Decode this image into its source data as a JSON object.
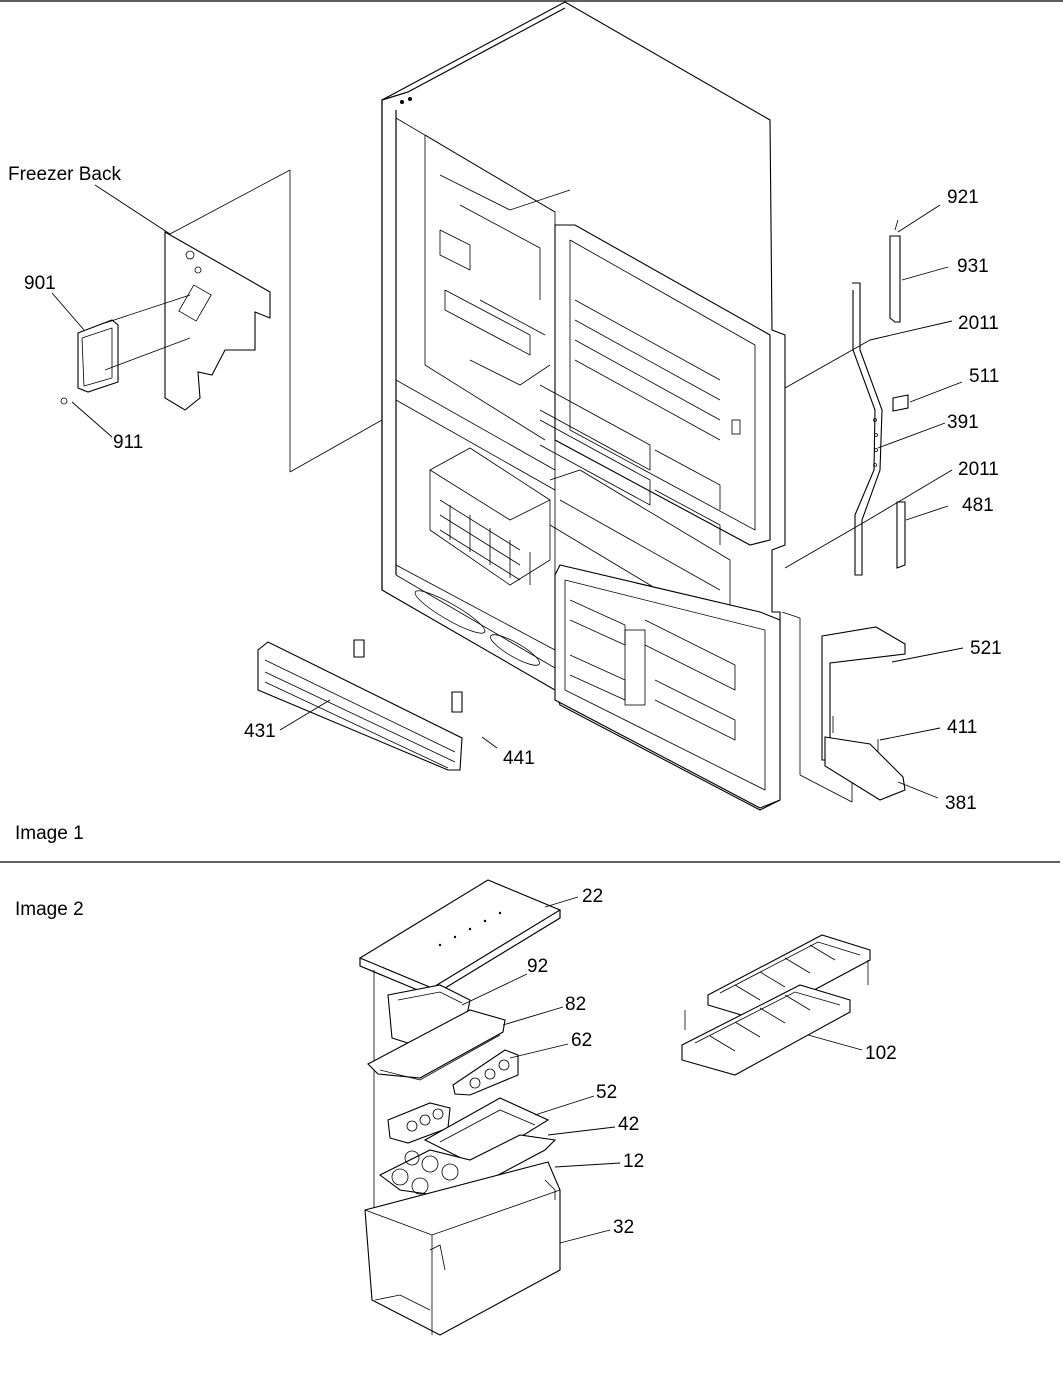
{
  "sections": [
    {
      "title": "Image 1",
      "callouts": [
        {
          "label": "Freezer Back"
        },
        {
          "label": "901"
        },
        {
          "label": "911"
        },
        {
          "label": "921"
        },
        {
          "label": "931"
        },
        {
          "label": "2011"
        },
        {
          "label": "511"
        },
        {
          "label": "391"
        },
        {
          "label": "2011"
        },
        {
          "label": "481"
        },
        {
          "label": "521"
        },
        {
          "label": "411"
        },
        {
          "label": "381"
        },
        {
          "label": "431"
        },
        {
          "label": "441"
        }
      ]
    },
    {
      "title": "Image 2",
      "callouts": [
        {
          "label": "22"
        },
        {
          "label": "92"
        },
        {
          "label": "82"
        },
        {
          "label": "62"
        },
        {
          "label": "52"
        },
        {
          "label": "42"
        },
        {
          "label": "12"
        },
        {
          "label": "32"
        },
        {
          "label": "102"
        }
      ]
    }
  ]
}
